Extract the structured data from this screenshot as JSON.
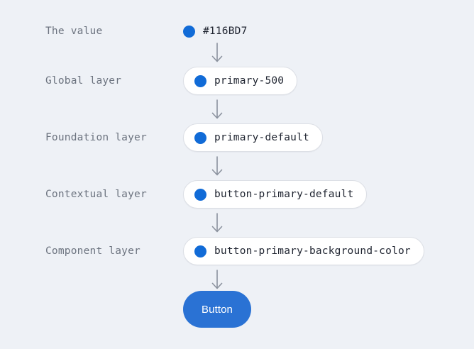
{
  "theme": {
    "background": "#eef1f6",
    "swatch_color": "#116bd7",
    "button_color": "#2a72d4",
    "pill_background": "#ffffff",
    "pill_border": "#dcdfe5",
    "label_color": "#6c737f",
    "text_color": "#1f2430",
    "arrow_color": "#8b929e"
  },
  "diagram": {
    "type": "token-chain",
    "arrow_glyph": "arrow-down",
    "rows": [
      {
        "label": "The value",
        "node_kind": "plain",
        "swatch": "#116bd7",
        "text": "#116BD7"
      },
      {
        "label": "Global layer",
        "node_kind": "pill",
        "swatch": "#116bd7",
        "text": "primary-500"
      },
      {
        "label": "Foundation layer",
        "node_kind": "pill",
        "swatch": "#116bd7",
        "text": "primary-default"
      },
      {
        "label": "Contextual layer",
        "node_kind": "pill",
        "swatch": "#116bd7",
        "text": "button-primary-default"
      },
      {
        "label": "Component layer",
        "node_kind": "pill",
        "swatch": "#116bd7",
        "text": "button-primary-background-color"
      }
    ],
    "result_button": {
      "label": "Button"
    }
  }
}
